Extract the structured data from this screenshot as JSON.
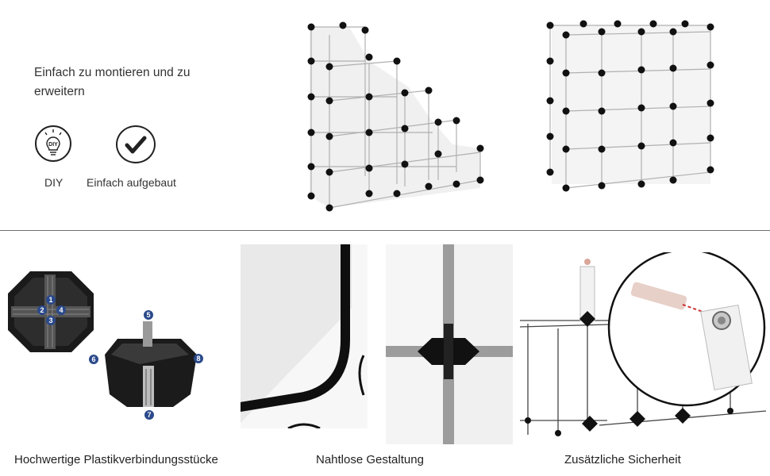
{
  "top": {
    "headline": "Einfach zu montieren und zu erweitern",
    "features": [
      {
        "icon": "diy-bulb-icon",
        "label": "DIY",
        "badge": "DIY"
      },
      {
        "icon": "checkmark-icon",
        "label": "Einfach aufgebaut"
      }
    ]
  },
  "bottom": {
    "connector_numbers": [
      "1",
      "2",
      "3",
      "4",
      "5",
      "6",
      "7",
      "8"
    ],
    "captions": [
      "Hochwertige Plastikverbindungsstücke",
      "Nahtlose Gestaltung",
      "Zusätzliche Sicherheit"
    ]
  },
  "colors": {
    "text": "#222222",
    "badge": "#2b4a8b",
    "panel": "#f4f4f4",
    "connector": "#111111"
  }
}
